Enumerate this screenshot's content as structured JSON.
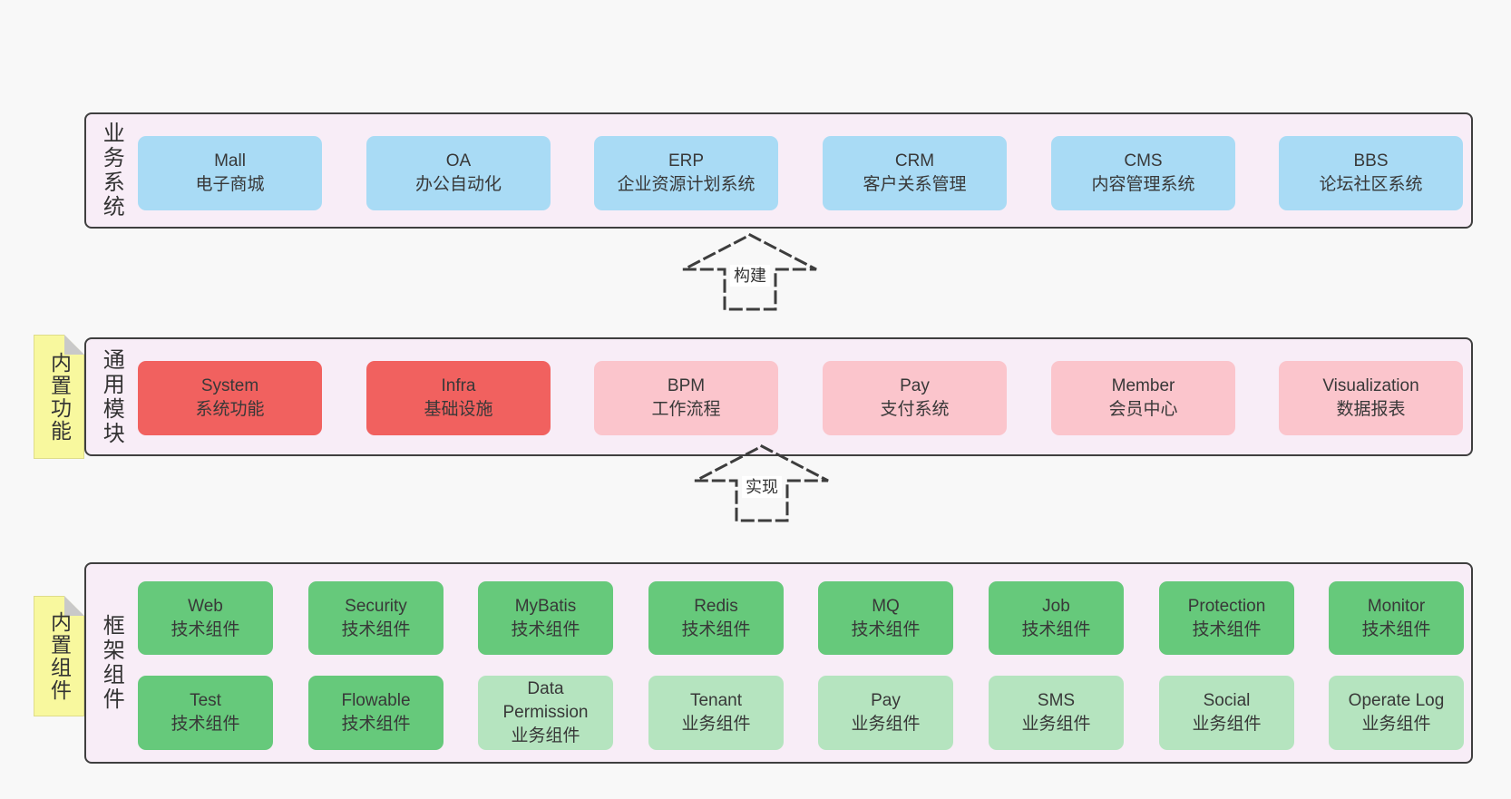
{
  "colors": {
    "page_bg": "#f8f8f8",
    "layer_bg": "#f8edf7",
    "layer_border": "#3f3f3f",
    "box_blue": "#a9dbf5",
    "box_red": "#f1615f",
    "box_pink": "#fbc5cc",
    "box_green": "#66c97b",
    "box_light_green": "#b5e4bf",
    "note_bg": "#f8f89e",
    "note_fold": "#c9c9c9",
    "text": "#383838"
  },
  "arrows": [
    {
      "label": "构建"
    },
    {
      "label": "实现"
    }
  ],
  "notes": [
    {
      "label": "内置功能"
    },
    {
      "label": "内置组件"
    }
  ],
  "layers": {
    "business": {
      "label": "业务系统",
      "boxes": [
        {
          "name": "Mall",
          "desc": "电子商城"
        },
        {
          "name": "OA",
          "desc": "办公自动化"
        },
        {
          "name": "ERP",
          "desc": "企业资源计划系统"
        },
        {
          "name": "CRM",
          "desc": "客户关系管理"
        },
        {
          "name": "CMS",
          "desc": "内容管理系统"
        },
        {
          "name": "BBS",
          "desc": "论坛社区系统"
        }
      ]
    },
    "modules": {
      "label": "通用模块",
      "boxes": [
        {
          "name": "System",
          "desc": "系统功能"
        },
        {
          "name": "Infra",
          "desc": "基础设施"
        },
        {
          "name": "BPM",
          "desc": "工作流程"
        },
        {
          "name": "Pay",
          "desc": "支付系统"
        },
        {
          "name": "Member",
          "desc": "会员中心"
        },
        {
          "name": "Visualization",
          "desc": "数据报表"
        }
      ]
    },
    "framework": {
      "label": "框架组件",
      "row1": [
        {
          "name": "Web",
          "desc": "技术组件"
        },
        {
          "name": "Security",
          "desc": "技术组件"
        },
        {
          "name": "MyBatis",
          "desc": "技术组件"
        },
        {
          "name": "Redis",
          "desc": "技术组件"
        },
        {
          "name": "MQ",
          "desc": "技术组件"
        },
        {
          "name": "Job",
          "desc": "技术组件"
        },
        {
          "name": "Protection",
          "desc": "技术组件"
        },
        {
          "name": "Monitor",
          "desc": "技术组件"
        }
      ],
      "row2": [
        {
          "name": "Test",
          "desc": "技术组件"
        },
        {
          "name": "Flowable",
          "desc": "技术组件"
        },
        {
          "name": "Data Permission",
          "desc": "业务组件"
        },
        {
          "name": "Tenant",
          "desc": "业务组件"
        },
        {
          "name": "Pay",
          "desc": "业务组件"
        },
        {
          "name": "SMS",
          "desc": "业务组件"
        },
        {
          "name": "Social",
          "desc": "业务组件"
        },
        {
          "name": "Operate Log",
          "desc": "业务组件"
        }
      ]
    }
  }
}
